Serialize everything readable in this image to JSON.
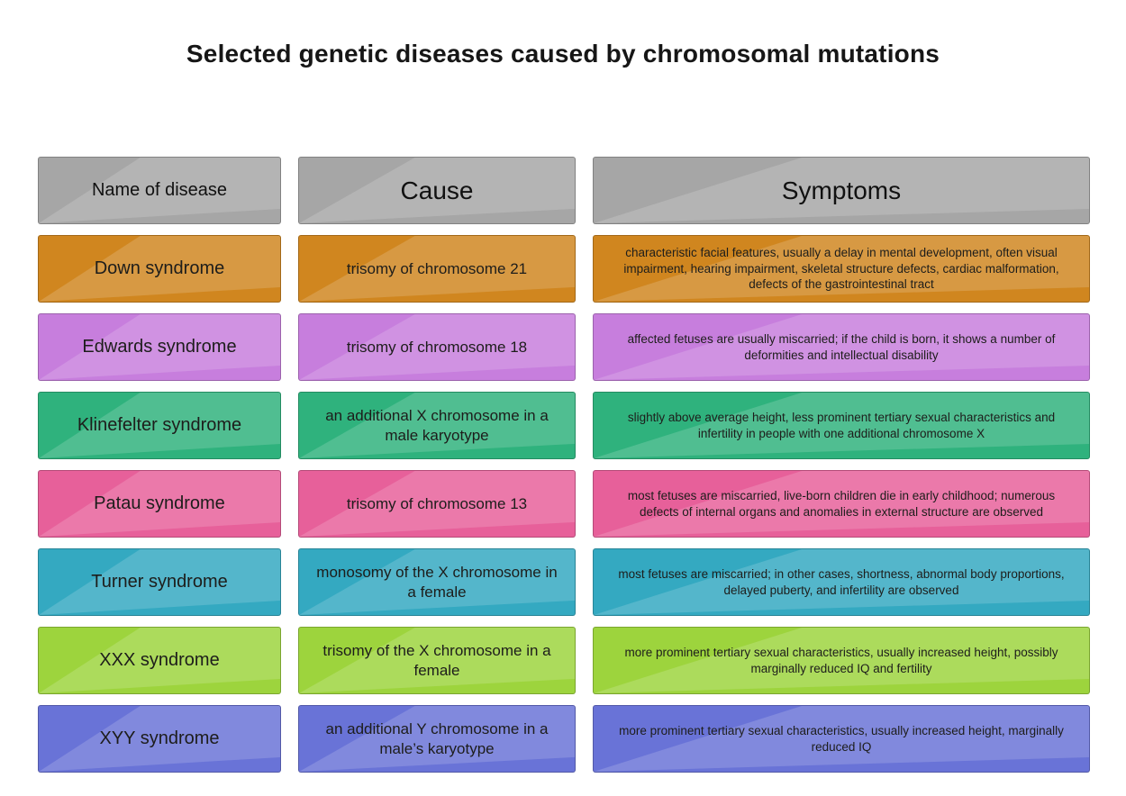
{
  "title": "Selected genetic diseases caused by chromosomal mutations",
  "colors": {
    "header": "#a6a6a6",
    "text": "#1d1d1b",
    "background": "#ffffff"
  },
  "table": {
    "headers": [
      {
        "label": "Name of disease"
      },
      {
        "label": "Cause"
      },
      {
        "label": "Symptoms"
      }
    ],
    "rows": [
      {
        "name": "Down syndrome",
        "cause": "trisomy of chromosome 21",
        "symptoms": "characteristic facial features, usually a delay in mental development, often visual impairment, hearing impairment, skeletal structure defects, cardiac malformation, defects of the gastrointestinal tract",
        "color": "#d0861f"
      },
      {
        "name": "Edwards syndrome",
        "cause": "trisomy of chromosome 18",
        "symptoms": "affected fetuses are usually miscarried; if the child is born, it shows a number of deformities and intellectual disability",
        "color": "#c77edd"
      },
      {
        "name": "Klinefelter syndrome",
        "cause": "an additional X chromosome in a male karyotype",
        "symptoms": "slightly above average height, less prominent tertiary sexual characteristics and infertility in people with one additional chromosome X",
        "color": "#2fb27d"
      },
      {
        "name": "Patau syndrome",
        "cause": "trisomy of chromosome 13",
        "symptoms": "most fetuses are miscarried, live-born children die in early childhood; numerous defects of internal organs and anomalies in external structure are observed",
        "color": "#e7609a"
      },
      {
        "name": "Turner syndrome",
        "cause": "monosomy of the X chromosome in a female",
        "symptoms": "most fetuses are miscarried; in other cases, shortness, abnormal body proportions, delayed puberty, and infertility are observed",
        "color": "#34a9c1"
      },
      {
        "name": "XXX syndrome",
        "cause": "trisomy of the X chromosome in a female",
        "symptoms": "more prominent tertiary sexual characteristics, usually increased height, possibly marginally reduced IQ and fertility",
        "color": "#9dd43d"
      },
      {
        "name": "XYY syndrome",
        "cause": "an additional Y chromosome in a male’s karyotype",
        "symptoms": "more prominent tertiary sexual characteristics, usually increased height, marginally reduced IQ",
        "color": "#6973d7"
      }
    ]
  }
}
